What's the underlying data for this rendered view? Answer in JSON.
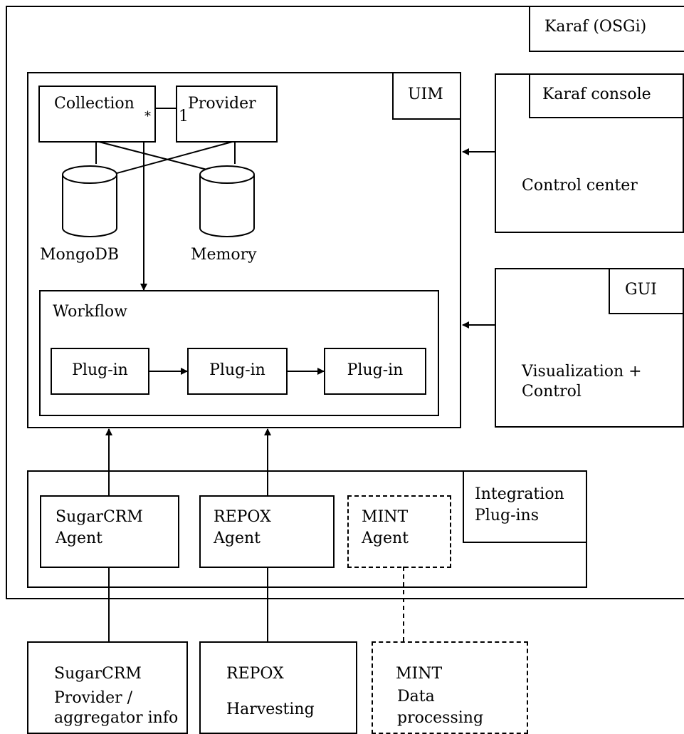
{
  "karaf": {
    "label": "Karaf (OSGi)"
  },
  "uim": {
    "label": "UIM",
    "collection": "Collection",
    "provider": "Provider",
    "multiplicity_many": "*",
    "multiplicity_one": "1",
    "mongodb": "MongoDB",
    "memory": "Memory",
    "workflow": {
      "label": "Workflow",
      "plugins": [
        "Plug-in",
        "Plug-in",
        "Plug-in"
      ]
    }
  },
  "control_center": {
    "tag": "Karaf console",
    "label": "Control center"
  },
  "gui": {
    "tag": "GUI",
    "line1": "Visualization +",
    "line2": "Control"
  },
  "integration": {
    "label_line1": "Integration",
    "label_line2": "Plug-ins",
    "agents": [
      {
        "line1": "SugarCRM",
        "line2": "Agent"
      },
      {
        "line1": "REPOX",
        "line2": "Agent"
      },
      {
        "line1": "MINT",
        "line2": "Agent"
      }
    ]
  },
  "external": [
    {
      "title": "SugarCRM",
      "line1": "Provider /",
      "line2": "aggregator info"
    },
    {
      "title": "REPOX",
      "line1": "Harvesting",
      "line2": ""
    },
    {
      "title": "MINT",
      "line1": "Data",
      "line2": "processing"
    }
  ]
}
